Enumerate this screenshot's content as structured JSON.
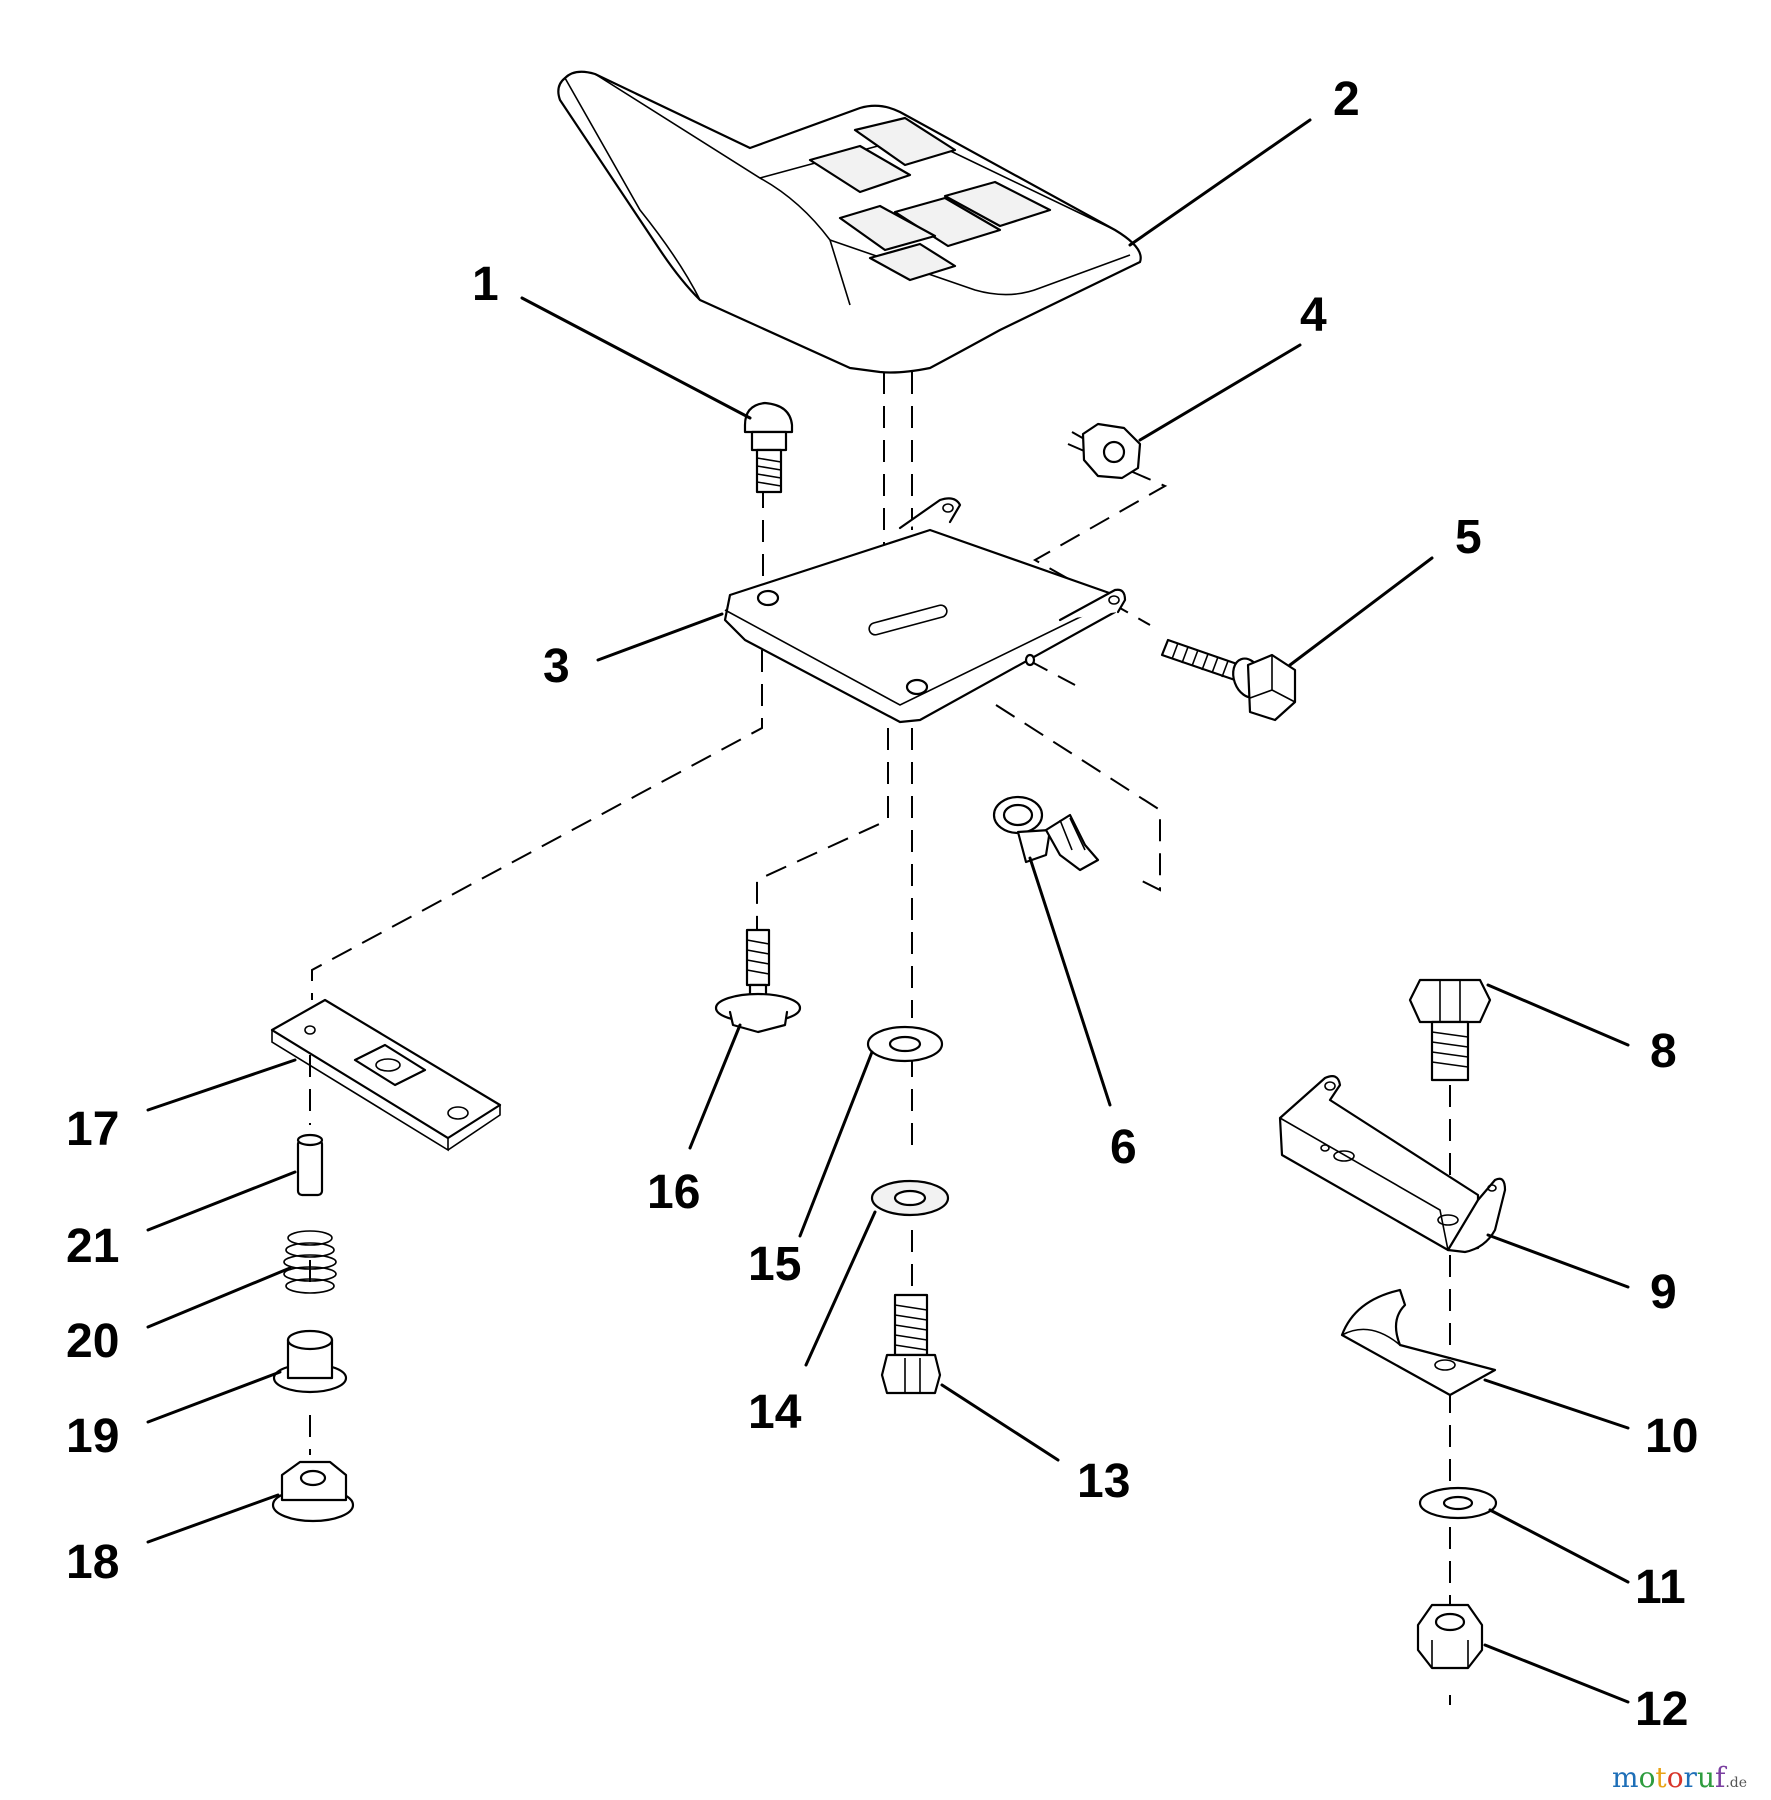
{
  "labels": {
    "p1": "1",
    "p2": "2",
    "p3": "3",
    "p4": "4",
    "p5": "5",
    "p6": "6",
    "p8": "8",
    "p9": "9",
    "p10": "10",
    "p11": "11",
    "p12": "12",
    "p13": "13",
    "p14": "14",
    "p15": "15",
    "p16": "16",
    "p17": "17",
    "p18": "18",
    "p19": "19",
    "p20": "20",
    "p21": "21"
  },
  "watermark": {
    "text": "motoruf",
    "suffix": ".de",
    "colors": [
      "#1e6fb8",
      "#2e9c3e",
      "#e8a316",
      "#d8352a",
      "#1e6fb8",
      "#2e9c3e",
      "#7a3fa0"
    ]
  }
}
